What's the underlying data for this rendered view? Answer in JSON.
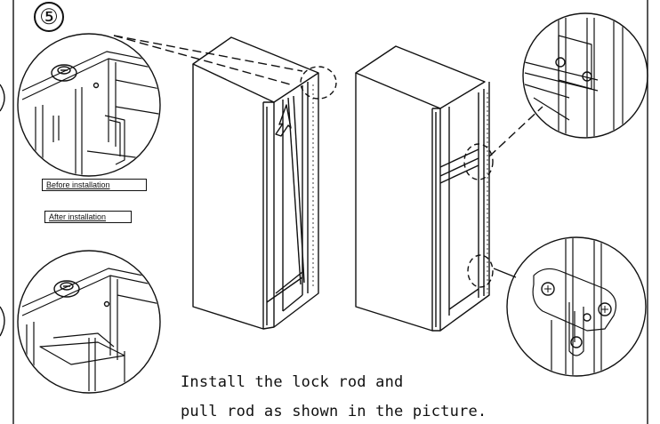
{
  "step": {
    "number": "⑤"
  },
  "labels": {
    "before": "Before installation",
    "after": "After installation"
  },
  "instructions": {
    "line1": "Install the lock rod and",
    "line2": "pull rod as shown in the picture."
  },
  "colors": {
    "ink": "#111111",
    "paper": "#ffffff"
  }
}
